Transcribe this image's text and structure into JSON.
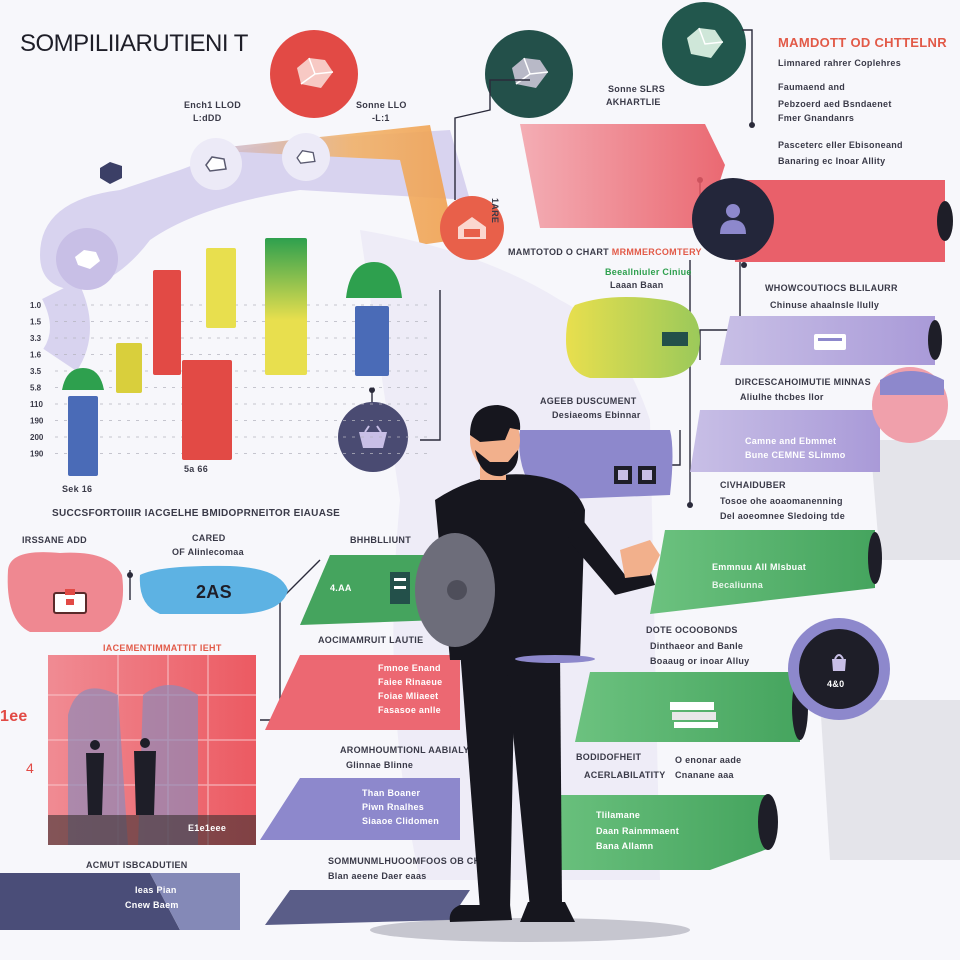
{
  "header": {
    "title": "SOMPILIIARUTIENI T"
  },
  "top": {
    "label_left_1": "Ench1 LLOD",
    "label_left_2": "L:dDD",
    "label_mid_1": "Sonne LLO",
    "label_mid_2": "-L:1",
    "label_right_1": "Sonne SLRS",
    "label_right_2": "AKHARTLIE",
    "rotated_label": "1ARE"
  },
  "right_panel": {
    "title": "MAMDOTT OD CHTTELNR",
    "line1": "Limnared rahrer Coplehres",
    "line2": "Faumaend and",
    "line3": "Pebzoerd aed Bsndaenet",
    "line4": "Fmer Gnandanrs",
    "line5": "Pasceterc eller Ebisoneand",
    "line6": "Banaring ec Inoar Allity"
  },
  "section_cs": {
    "heading": "MAMTOTOD O CHART",
    "heading_red": "MRMMERCOMTERY",
    "yellow_label_1": "Beeallniuler Ciniue",
    "yellow_label_2": "Laaan Baan"
  },
  "section_rows": {
    "r1_title": "WHOWCOUTIOCS BLILAURR",
    "r1_sub": "Chinuse ahaalnsle llully",
    "r2_title": "DIRCESCAHOIMUTIE MINNAS",
    "r2_sub": "Aliulhe thcbes llor",
    "r2_card_1": "Camne and Ebmmet",
    "r2_card_2": "Bune CEMNE SLimmo",
    "r3_title": "AGEEB DUSCUMENT",
    "r3_sub": "Desiaeoms Ebinnar",
    "r4_title": "CIVHAIDUBER",
    "r4_sub1": "Tosoe ohe aoaomanenning",
    "r4_sub2": "Del aoeomnee Sledoing tde",
    "green1_label": "Emmnuu All Mlsbuat",
    "green1_sub": "Becaliunna",
    "r5_title": "DOTE OCOOBONDS",
    "r5_sub1": "Dinthaeor and Banle",
    "r5_sub2": "Boaaug or inoar Alluy",
    "badge_4": "4&0",
    "r6_a": "BODIDOFHEIT",
    "r6_b": "O enonar aade",
    "r6_c": "ACERLABILATITY",
    "r6_d": "Cnanane aaa",
    "green2_label_1": "Tlilamane",
    "green2_label_2": "Daan Rainmmaent",
    "green2_label_3": "Bana Allamn"
  },
  "left_chart": {
    "ticks": [
      "1.0",
      "1.5",
      "3.3",
      "1.6",
      "3.5",
      "5.8",
      "110",
      "190",
      "200",
      "190"
    ],
    "xlabel": "Sek 16",
    "mid_label": "5a 66",
    "title_row": "SUCCSFORTOIIIR IACGELHE BMIDOPRNEITOR EIAUASE"
  },
  "left_mid": {
    "label_1": "IRSSANE ADD",
    "label_2": "CARED",
    "label_3": "OF Alinlecomaa",
    "pill_text": "2AS",
    "green_label": "4.AA"
  },
  "photo_section": {
    "title": "IACEMENTIMMATTIT IEHT",
    "side_label": "1ee",
    "side_num": "4",
    "bottom_label": "E1e1eee"
  },
  "mid_column": {
    "a_title": "BHHBLLIUNT",
    "b_title": "AOCIMAMRUIT LAUTIE",
    "b_card_1": "Fmnoe Enand",
    "b_card_2": "Faiee Rinaeue",
    "b_card_3": "Foiae Mliaeet",
    "b_card_4": "Fasasoe anlle",
    "c_title": "AROMHOUMTIONL AABIALY",
    "c_sub": "Glinnae Blinne",
    "c_card_1": "Than Boaner",
    "c_card_2": "Piwn Rnalhes",
    "c_card_3": "Siaaoe Clidomen",
    "d_title": "SOMMUNMLHUOOMFOOS OB CHATT",
    "d_sub": "Blan aeene Daer eaas"
  },
  "bottom_left": {
    "title": "ACMUT ISBCADUTIEN",
    "line1": "Ieas Pian",
    "line2": "Cnew Baem"
  },
  "colors": {
    "red": "#e0504f",
    "pink": "#ec8a94",
    "teal": "#23504a",
    "green": "#45a45e",
    "purple": "#8d88cc",
    "lavender": "#c8bfe6",
    "navy": "#3b3f66",
    "blue": "#4a6bb7",
    "yellow": "#e8df4e",
    "orange": "#f2a24a"
  }
}
